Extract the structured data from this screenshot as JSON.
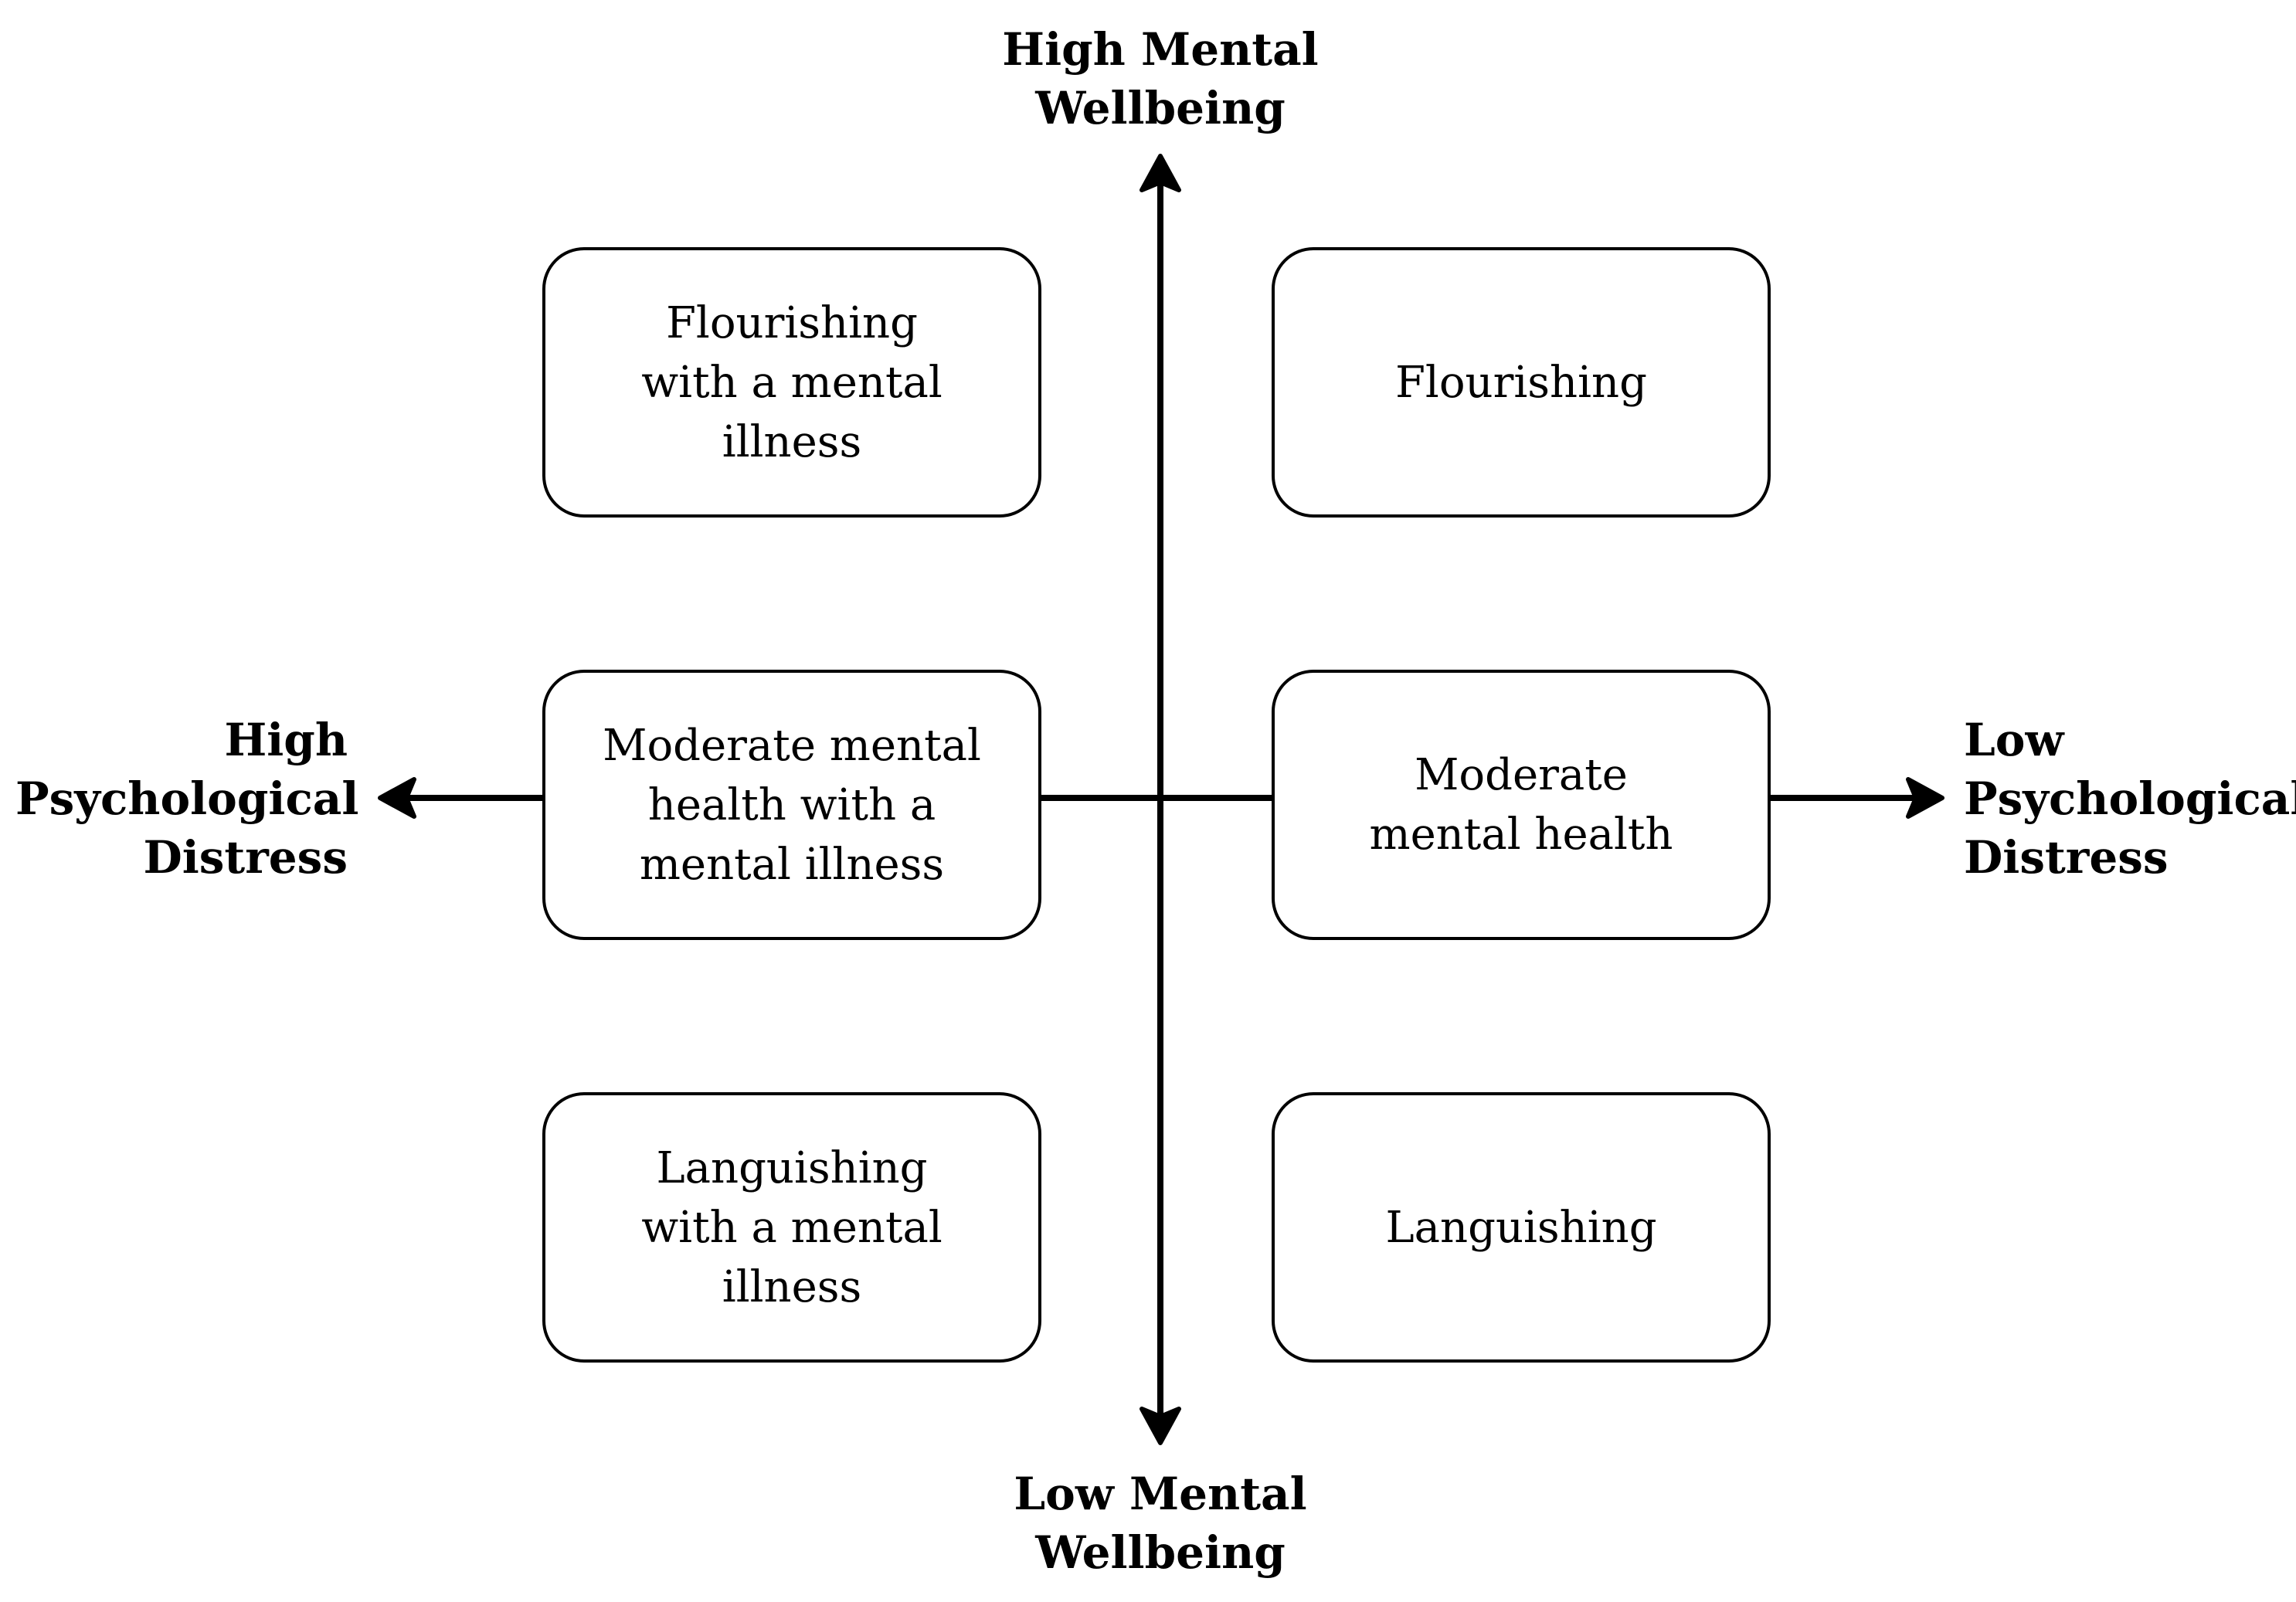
{
  "axes": {
    "top": [
      "High Mental",
      "Wellbeing"
    ],
    "bottom": [
      "Low Mental",
      "Wellbeing"
    ],
    "left": [
      "High",
      "Psychological",
      "Distress"
    ],
    "right": [
      "Low",
      "Psychological",
      "Distress"
    ]
  },
  "quadrants": {
    "top_left": [
      "Flourishing",
      "with a mental",
      "illness"
    ],
    "top_right": [
      "Flourishing"
    ],
    "middle_left": [
      "Moderate mental",
      "health with a",
      "mental illness"
    ],
    "middle_right": [
      "Moderate",
      "mental health"
    ],
    "bottom_left": [
      "Languishing",
      "with a mental",
      "illness"
    ],
    "bottom_right": [
      "Languishing"
    ]
  }
}
